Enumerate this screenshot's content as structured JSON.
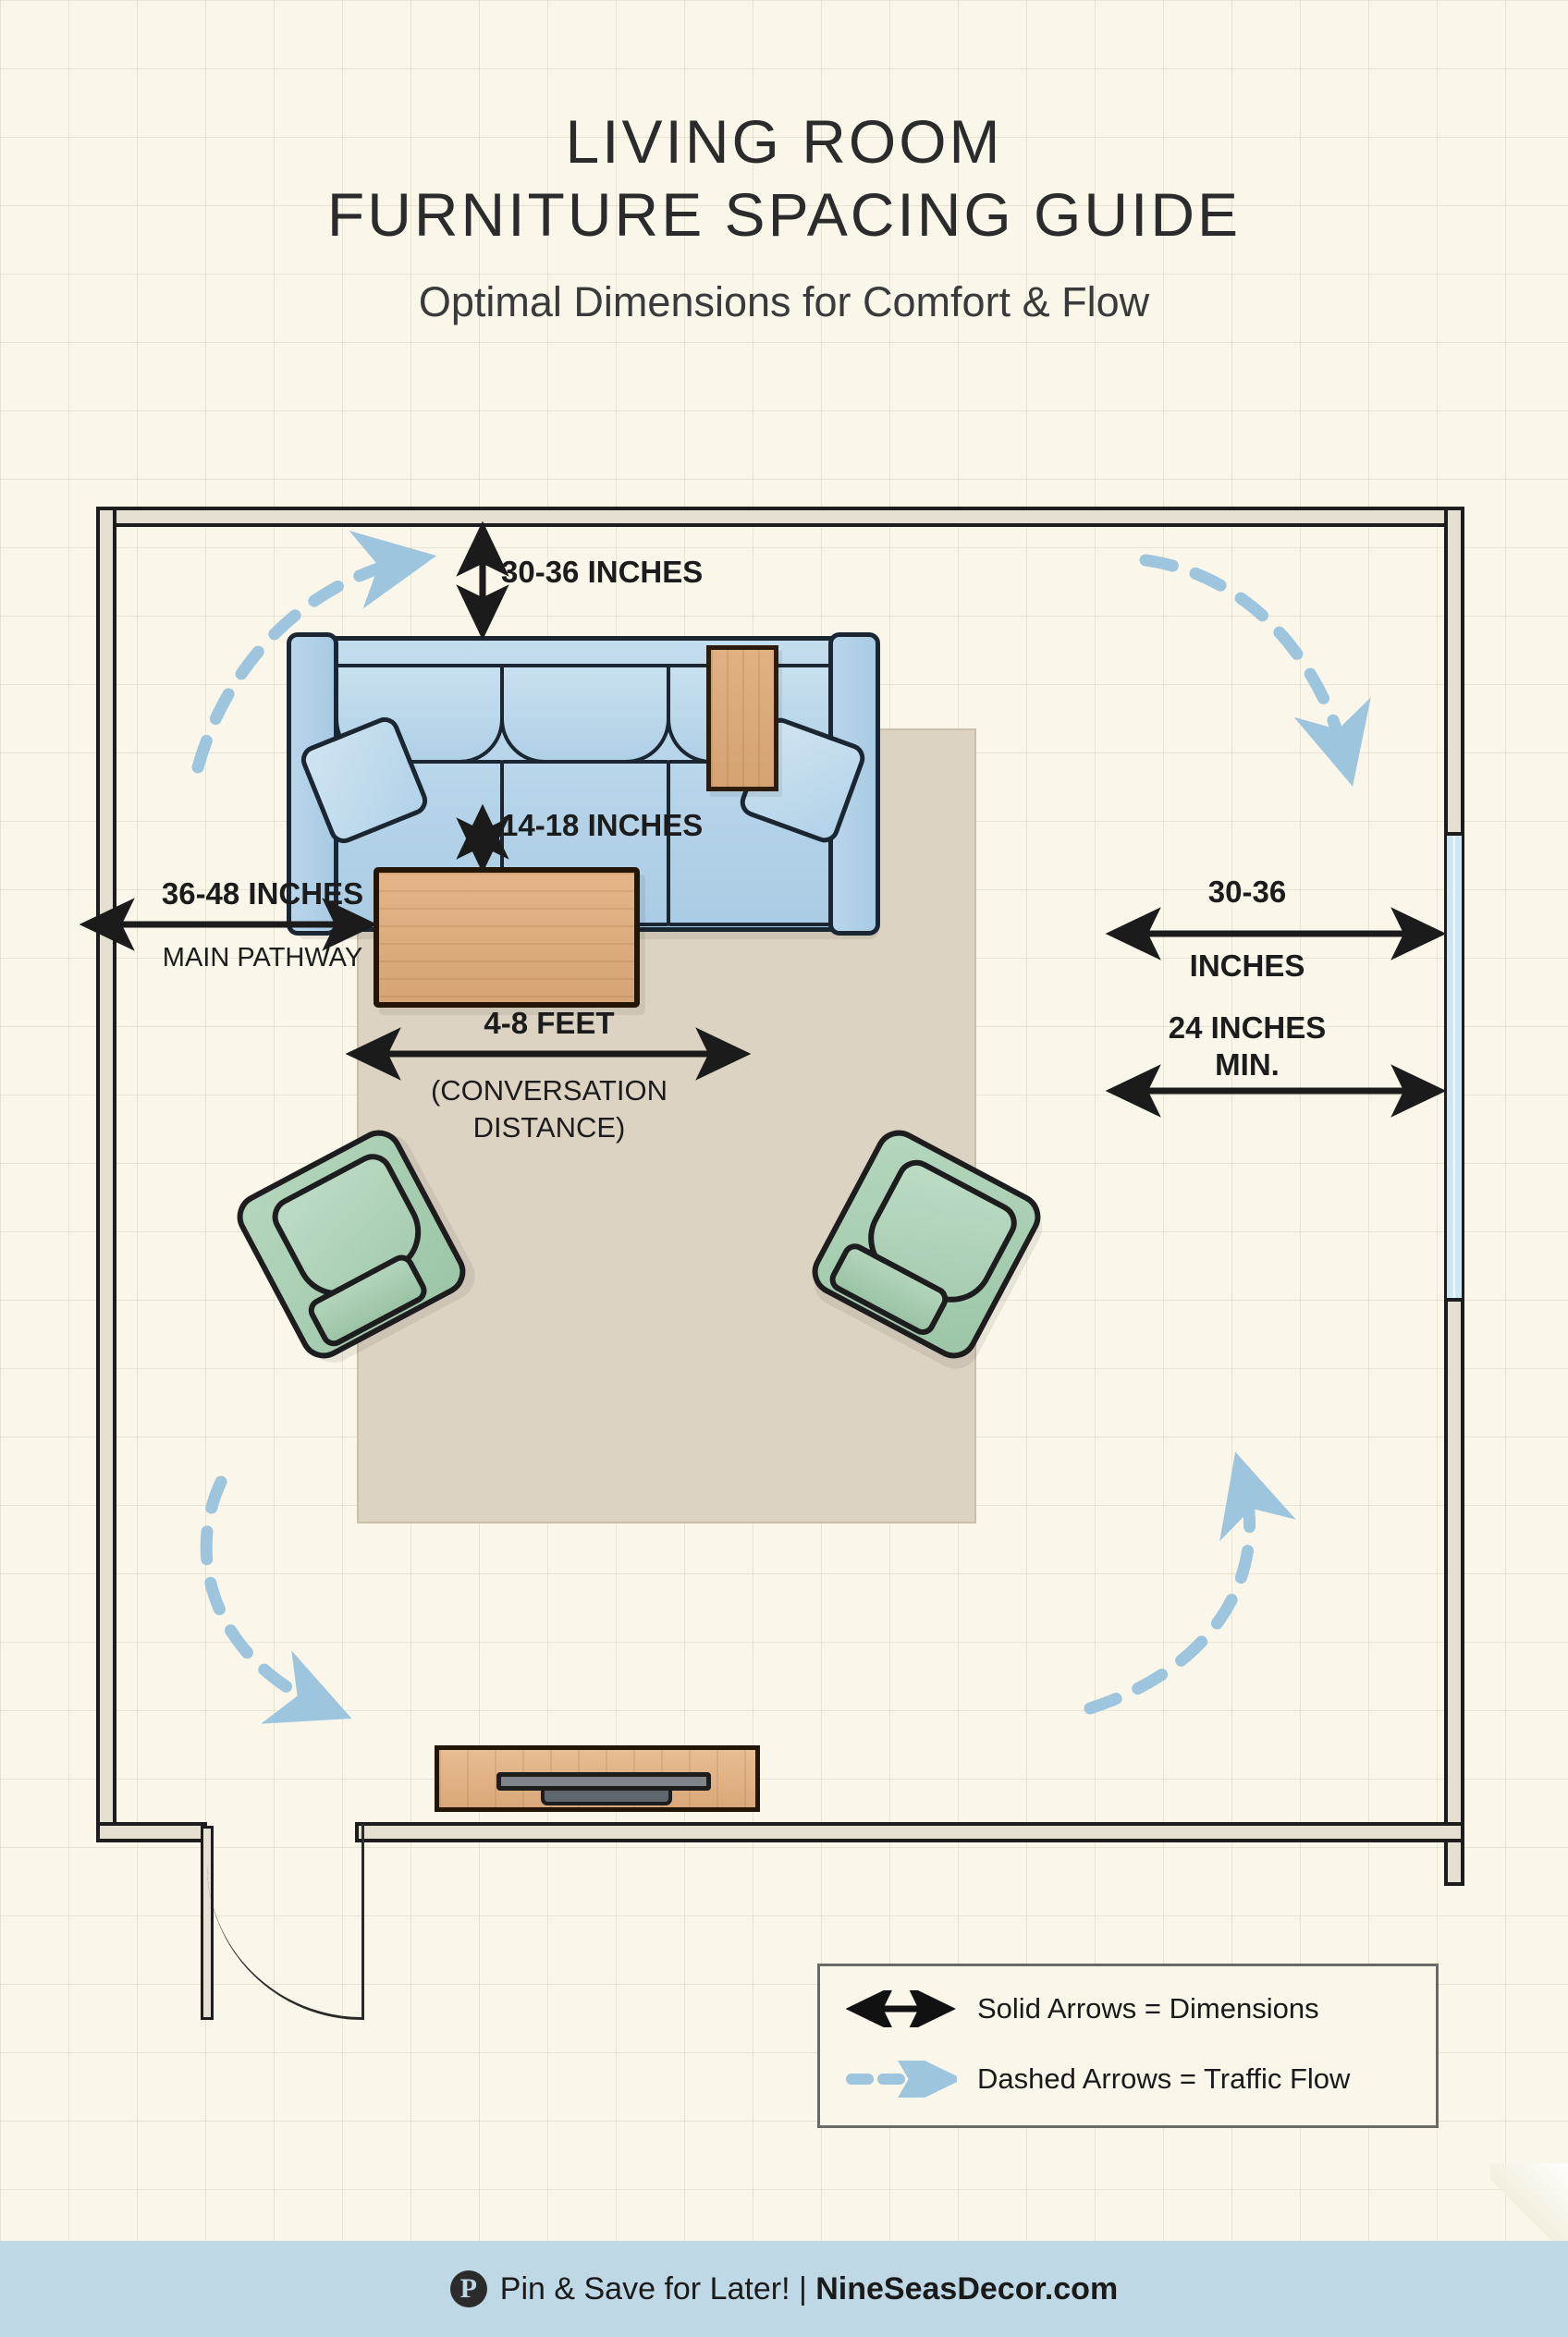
{
  "header": {
    "title_line1": "LIVING ROOM",
    "title_line2": "FURNITURE SPACING GUIDE",
    "subtitle": "Optimal Dimensions for Comfort & Flow"
  },
  "dimensions": {
    "wall_to_sofa": "30-36 INCHES",
    "sofa_to_coffee_table": "14-18 INCHES",
    "main_pathway": "36-48 INCHES",
    "main_pathway_sub": "MAIN PATHWAY",
    "right_clearance_line1": "30-36",
    "right_clearance_line2": "INCHES",
    "walkway_min_line1": "24 INCHES",
    "walkway_min_line2": "MIN.",
    "conversation": "4-8 FEET",
    "conversation_sub_line1": "(CONVERSATION",
    "conversation_sub_line2": "DISTANCE)"
  },
  "legend": {
    "solid": "Solid Arrows = Dimensions",
    "dashed": "Dashed Arrows = Traffic Flow"
  },
  "footer": {
    "icon": "pinterest-icon",
    "cta": "Pin & Save for Later! | ",
    "site": "NineSeasDecor.com"
  },
  "furniture": {
    "sofa": "three-seat-sofa",
    "side_table": "side-table",
    "coffee_table": "coffee-table",
    "armchair_left": "armchair-left",
    "armchair_right": "armchair-right",
    "tv_console": "tv-console",
    "rug": "area-rug",
    "door": "door-swing",
    "window": "window"
  },
  "colors": {
    "background": "#faf6e9",
    "sofa": "#b3d2e8",
    "armchair": "#a3ccb0",
    "wood": "#d9ab7c",
    "rug": "#ddd3c3",
    "wall": "#e6e0d2",
    "outline": "#1d1d1d",
    "traffic_arrow": "#9dc5de",
    "footer_bar": "#bed8e6"
  }
}
